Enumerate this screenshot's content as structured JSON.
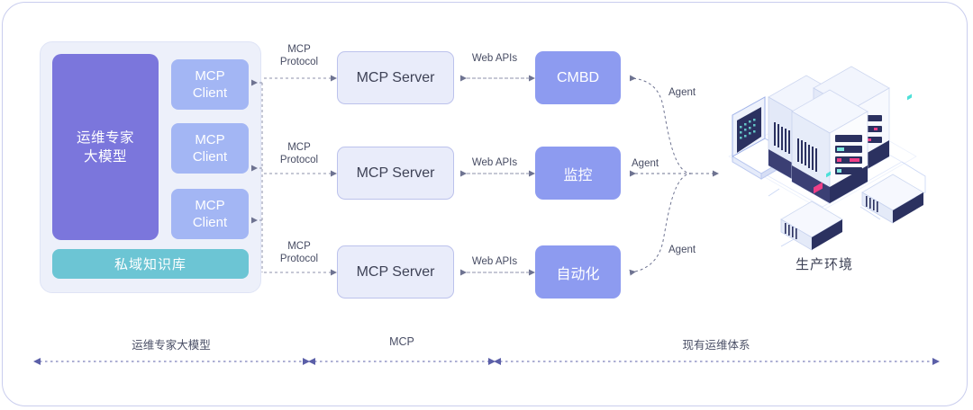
{
  "diagram": {
    "left_group": {
      "model_box": "运维专家\n大模型",
      "knowledge_base": "私域知识库",
      "clients": [
        {
          "label": "MCP\nClient"
        },
        {
          "label": "MCP\nClient"
        },
        {
          "label": "MCP\nClient"
        }
      ]
    },
    "servers": [
      {
        "label": "MCP Server"
      },
      {
        "label": "MCP Server"
      },
      {
        "label": "MCP Server"
      }
    ],
    "systems": [
      {
        "label": "CMBD"
      },
      {
        "label": "监控"
      },
      {
        "label": "自动化"
      }
    ],
    "protocol_labels": [
      "MCP\nProtocol",
      "MCP\nProtocol",
      "MCP\nProtocol"
    ],
    "api_labels": [
      "Web APIs",
      "Web APIs",
      "Web APIs"
    ],
    "agent_labels": [
      "Agent",
      "Agent",
      "Agent"
    ],
    "production": {
      "caption": "生产环境",
      "illustration": "isometric-server-rack-illustration"
    },
    "sections": [
      {
        "label": "运维专家大模型"
      },
      {
        "label": "MCP"
      },
      {
        "label": "现有运维体系"
      }
    ]
  },
  "colors": {
    "panel_border": "#c9cdee",
    "group_bg": "#edf0fa",
    "model_purple": "#7b76dc",
    "client_blue": "#a3b6f4",
    "knowledge_teal": "#6cc5d4",
    "server_bg": "#e9ecfa",
    "server_border": "#bcc2ec",
    "system_purple": "#8d9bf0",
    "text_dark": "#3e4256",
    "arrow_gray": "#8d92ab",
    "section_arrow": "#5b5fa8"
  }
}
